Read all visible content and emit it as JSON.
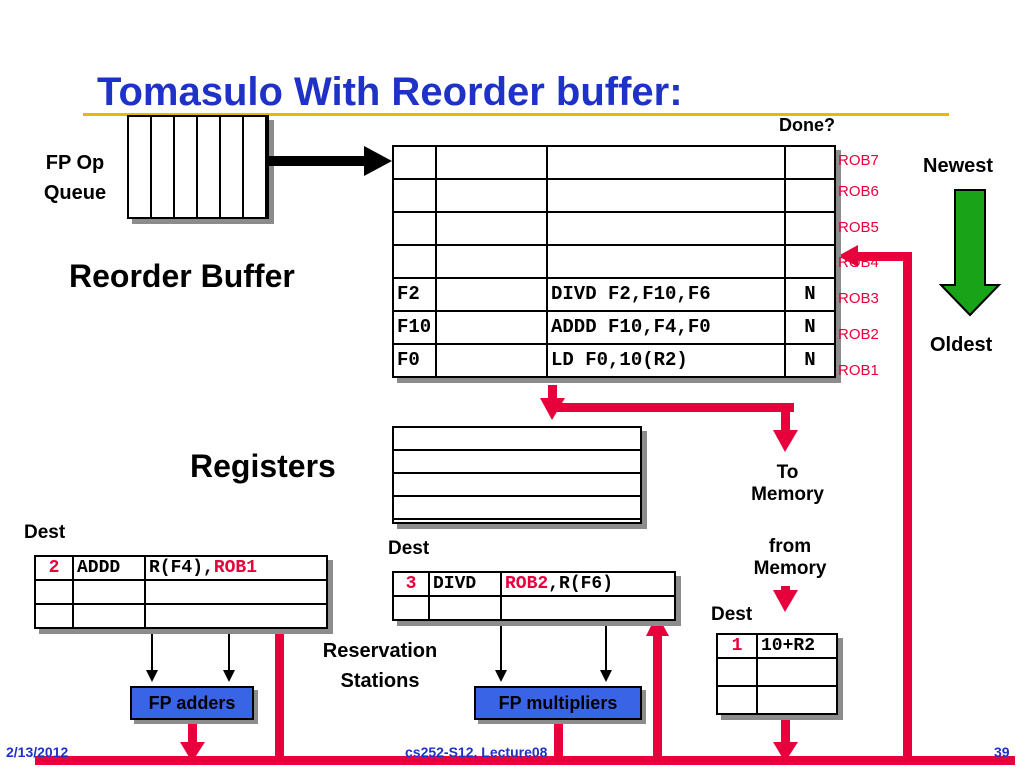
{
  "title": "Tomasulo With Reorder buffer:",
  "labels": {
    "fp_op_queue_line1": "FP Op",
    "fp_op_queue_line2": "Queue",
    "reorder_buffer": "Reorder Buffer",
    "done": "Done?",
    "newest": "Newest",
    "oldest": "Oldest",
    "registers": "Registers",
    "to_memory_line1": "To",
    "to_memory_line2": "Memory",
    "from_memory_line1": "from",
    "from_memory_line2": "Memory",
    "dest_adders": "Dest",
    "dest_multipliers": "Dest",
    "dest_memory": "Dest",
    "reservation_stations_line1": "Reservation",
    "reservation_stations_line2": "Stations",
    "fp_adders": "FP adders",
    "fp_multipliers": "FP multipliers"
  },
  "rob_entries": [
    {
      "tag": "ROB7",
      "dest": "",
      "instr": "",
      "done": ""
    },
    {
      "tag": "ROB6",
      "dest": "",
      "instr": "",
      "done": ""
    },
    {
      "tag": "ROB5",
      "dest": "",
      "instr": "",
      "done": ""
    },
    {
      "tag": "ROB4",
      "dest": "",
      "instr": "",
      "done": ""
    },
    {
      "tag": "ROB3",
      "dest": "F2",
      "instr": "DIVD F2,F10,F6",
      "done": "N"
    },
    {
      "tag": "ROB2",
      "dest": "F10",
      "instr": "ADDD F10,F4,F0",
      "done": "N"
    },
    {
      "tag": "ROB1",
      "dest": "F0",
      "instr": "LD F0,10(R2)",
      "done": "N"
    }
  ],
  "adder_station": {
    "dest": "2",
    "op": "ADDD",
    "operand_a": "R(F4),",
    "operand_b": "ROB1"
  },
  "mult_station": {
    "dest": "3",
    "op": "DIVD",
    "operand_a": "ROB2",
    "operand_b": ",R(F6)"
  },
  "memory_buffer": {
    "dest": "1",
    "value": "10+R2"
  },
  "footer": {
    "date": "2/13/2012",
    "course": "cs252-S12, Lecture08",
    "page": "39"
  },
  "colors": {
    "title": "#1f32c8",
    "accent_red": "#e8003c",
    "unit_blue": "#3a64e6",
    "arrow_green": "#19a319",
    "rule_gold": "#e6b800"
  }
}
